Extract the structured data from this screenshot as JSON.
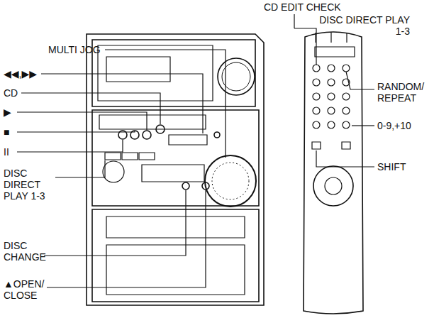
{
  "diagram": {
    "labels": [
      "CD EDIT CHECK",
      "DISC DIRECT PLAY 1-3",
      "MULTI JOG",
      "◀◀,▶▶",
      "CD",
      "▶",
      "■",
      "II",
      "DISC DIRECT PLAY 1-3",
      "DISC CHANGE",
      "▲OPEN/ CLOSE",
      "RANDOM/ REPEAT",
      "0-9,+10",
      "SHIFT"
    ]
  }
}
